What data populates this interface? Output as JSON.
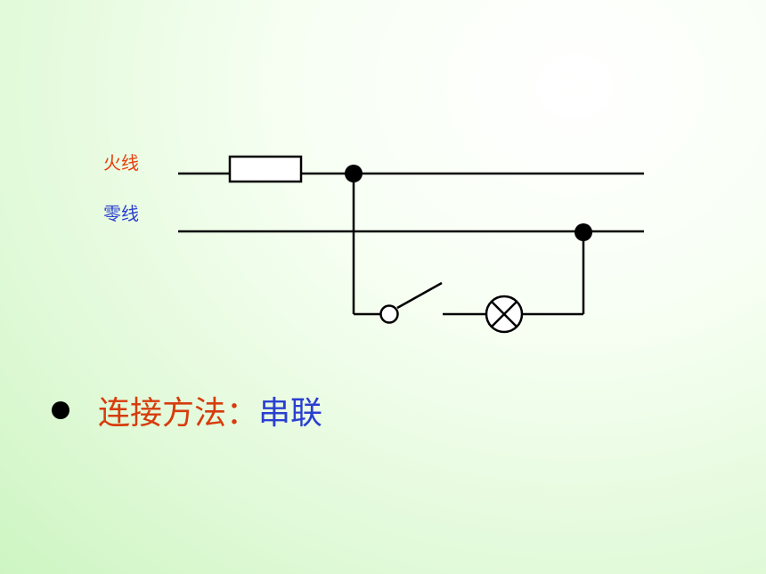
{
  "labels": {
    "live_wire": "火线",
    "neutral_wire": "零线"
  },
  "bullet": {
    "method_label": "连接方法：",
    "method_value": "串联"
  },
  "colors": {
    "live_label": "#e8400c",
    "neutral_label": "#2a3fd0",
    "method_label": "#d63c0c",
    "method_value": "#2a3fd0",
    "wire": "#000000"
  },
  "icons": [
    "fuse-icon",
    "switch-icon",
    "lamp-icon",
    "junction-dot-icon"
  ]
}
